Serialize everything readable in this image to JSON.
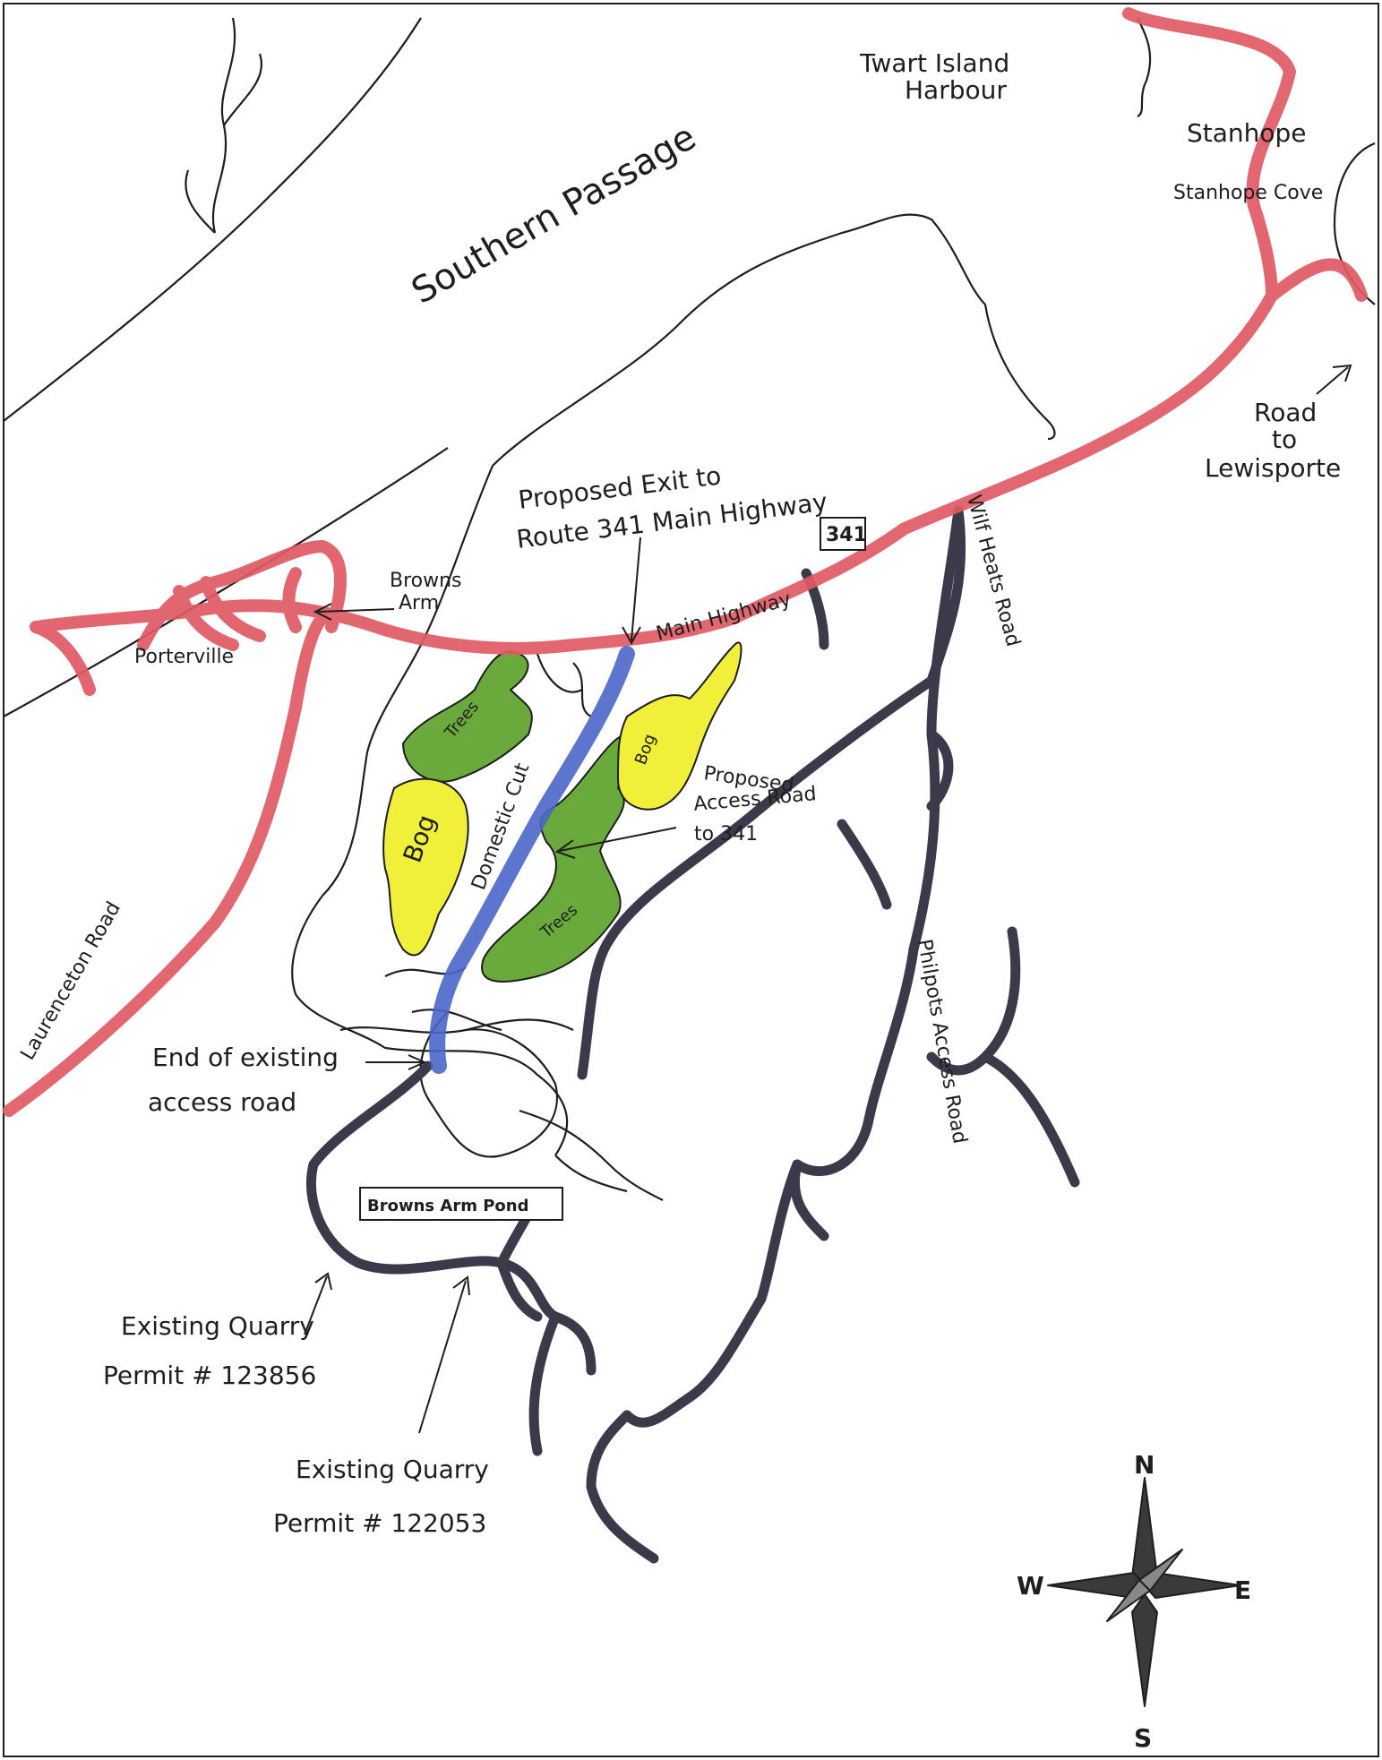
{
  "map": {
    "labels": {
      "twart": "Twart Island",
      "harbour": "Harbour",
      "stanhope": "Stanhope",
      "stanhope_cove": "Stanhope Cove",
      "southern_passage": "Southern Passage",
      "road_to": "Road",
      "to": "to",
      "lewisporte": "Lewisporte",
      "proposed_exit_1": "Proposed Exit to",
      "proposed_exit_2": "Route 341 Main Highway",
      "route_shield": "341",
      "main_highway": "Main Highway",
      "wilf_heats_road": "Wilf Heats Road",
      "browns": "Browns",
      "arm": "Arm",
      "porterville": "Porterville",
      "trees": "Trees",
      "bog": "Bog",
      "domestic_cut": "Domestic Cut",
      "proposed_access_1": "Proposed",
      "proposed_access_2": "Access Road",
      "proposed_access_3": "to 341",
      "laurenceton_road": "Laurenceton Road",
      "philpots_access_road": "Philpots Access Road",
      "end_existing_1": "End of existing",
      "end_existing_2": "access road",
      "browns_arm_pond": "Browns Arm Pond",
      "quarry1_line1": "Existing Quarry",
      "quarry1_line2": "Permit # 123856",
      "quarry2_line1": "Existing Quarry",
      "quarry2_line2": "Permit # 122053"
    },
    "compass": {
      "n": "N",
      "s": "S",
      "e": "E",
      "w": "W"
    },
    "colors": {
      "highway": "#e05a64",
      "access_road": "#3a3a4a",
      "domestic_cut": "#4a66c9",
      "trees": "#6aaa3c",
      "bog": "#f0f03a",
      "ink": "#1e1e1e"
    }
  }
}
